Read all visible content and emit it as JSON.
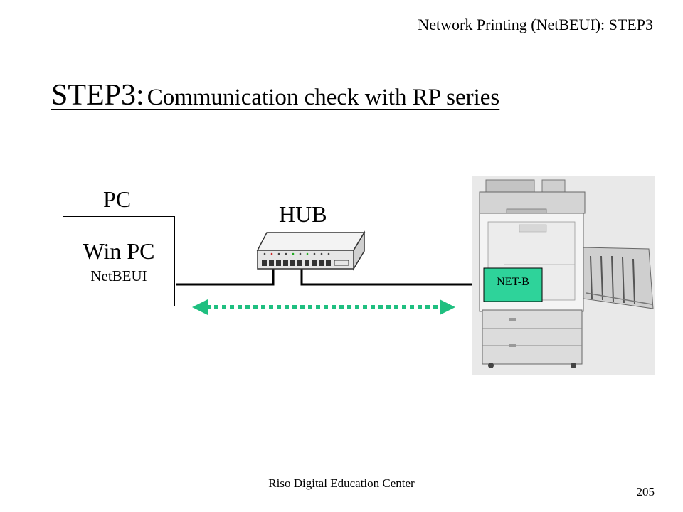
{
  "header": {
    "section": "Network Printing (NetBEUI): STEP3"
  },
  "title": {
    "step": "STEP3:",
    "text": "Communication check with RP series"
  },
  "pc": {
    "label": "PC",
    "name": "Win PC",
    "protocol": "NetBEUI"
  },
  "hub": {
    "label": "HUB"
  },
  "printer": {
    "card_label": "NET-B"
  },
  "colors": {
    "connection_arrow": "#1fbf80",
    "net_card": "#2ed39a"
  },
  "footer": {
    "text": "Riso Digital Education Center",
    "page": "205"
  }
}
